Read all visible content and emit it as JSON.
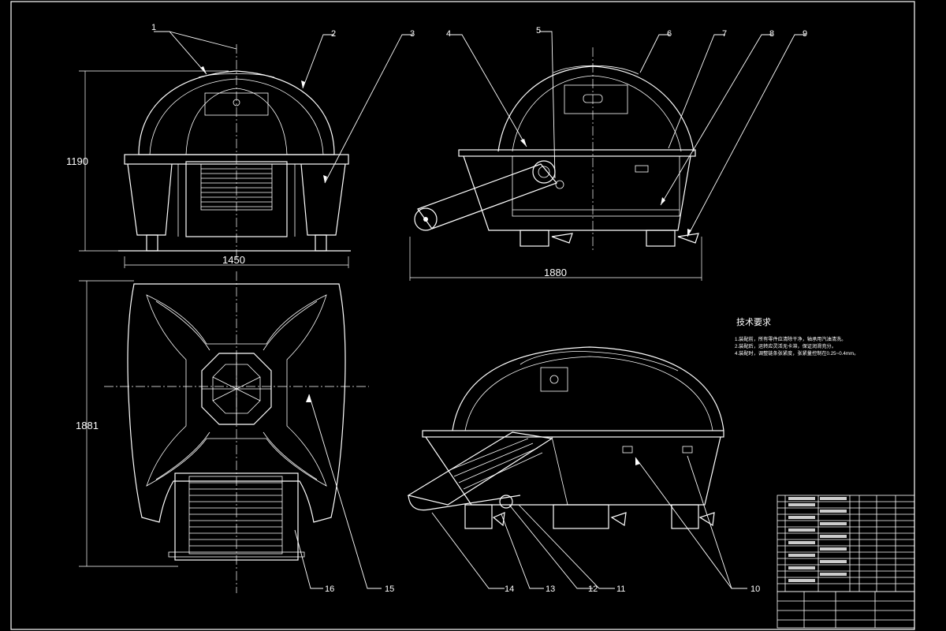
{
  "drawing": {
    "dimensions": {
      "front_height": "1190",
      "front_width": "1450",
      "side_length": "1880",
      "top_depth": "1881"
    },
    "balloons": [
      "1",
      "2",
      "3",
      "4",
      "5",
      "6",
      "7",
      "8",
      "9",
      "10",
      "11",
      "12",
      "13",
      "14",
      "15",
      "16"
    ],
    "tech_notes": {
      "title": "技术要求",
      "lines": [
        "1.装配前，所有零件应清除干净，轴承用汽油清洗。",
        "2.装配后，运转应灵活无卡滞，保证润滑充分。",
        "4.装配时，调整链条张紧度，张紧量控制在0.25~0.4mm。"
      ]
    },
    "colors": {
      "background": "#000000",
      "linework": "#ffffff"
    }
  }
}
